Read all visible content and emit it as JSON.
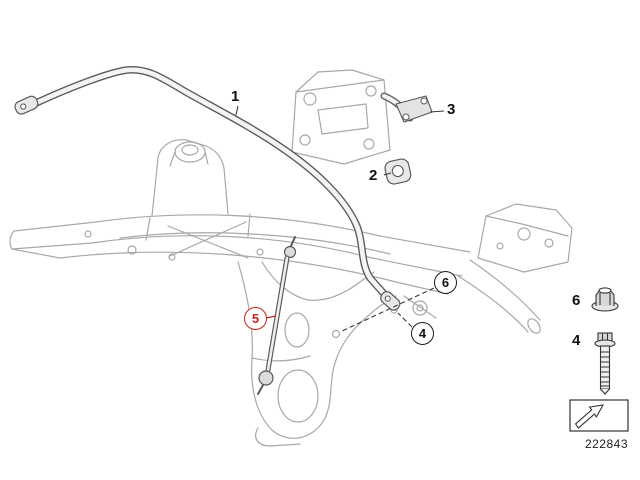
{
  "diagram": {
    "type": "exploded-parts-diagram",
    "subject": "Front axle subframe with stabilizer bar",
    "part_number_plate": "222843",
    "callouts": [
      {
        "id": "1",
        "style": "plain",
        "highlighted": false
      },
      {
        "id": "2",
        "style": "plain",
        "highlighted": false
      },
      {
        "id": "3",
        "style": "plain",
        "highlighted": false
      },
      {
        "id": "4",
        "style": "circled",
        "highlighted": false
      },
      {
        "id": "5",
        "style": "circled",
        "highlighted": true
      },
      {
        "id": "6",
        "style": "circled",
        "highlighted": false
      }
    ],
    "legend": {
      "items": [
        {
          "id": "6",
          "icon": "flange-nut-icon"
        },
        {
          "id": "4",
          "icon": "flange-bolt-icon"
        }
      ],
      "arrow_box_icon": "continuation-arrow-icon"
    },
    "colors": {
      "background": "#ffffff",
      "frame_line": "#a8a8a8",
      "part_line": "#5a5a5a",
      "callout": "#1a1a1a",
      "callout_highlight_red": "#cc2222"
    }
  }
}
